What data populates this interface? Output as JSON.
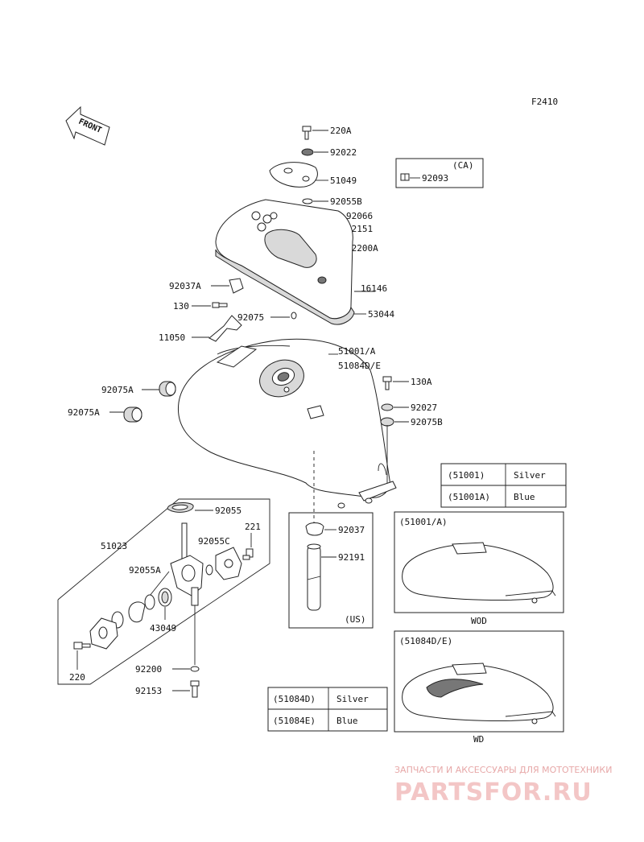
{
  "figure_code": "F2410",
  "front_label": "FRONT",
  "labels": {
    "p220A": "220A",
    "p92022": "92022",
    "p51049": "51049",
    "p92055B": "92055B",
    "p92066": "92066",
    "p92151": "92151",
    "p92200A": "92200A",
    "p16146": "16146",
    "p53044": "53044",
    "p92037A": "92037A",
    "p130": "130",
    "p92075": "92075",
    "p11050": "11050",
    "p51001A": "51001/A",
    "p51084DE": "51084D/E",
    "p130A": "130A",
    "p92075A_1": "92075A",
    "p92075A_2": "92075A",
    "p92027": "92027",
    "p92075B": "92075B",
    "p92055": "92055",
    "p51023": "51023",
    "p221": "221",
    "p92055C": "92055C",
    "p92055A": "92055A",
    "p43049": "43049",
    "p92037": "92037",
    "p92191": "92191",
    "p220": "220",
    "p92200": "92200",
    "p92153": "92153"
  },
  "ca_box": {
    "tag": "(CA)",
    "part": "92093"
  },
  "us_tag": "(US)",
  "color_table_1": [
    {
      "code": "(51001)",
      "color": "Silver"
    },
    {
      "code": "(51001A)",
      "color": "Blue"
    }
  ],
  "color_table_2": [
    {
      "code": "(51084D)",
      "color": "Silver"
    },
    {
      "code": "(51084E)",
      "color": "Blue"
    }
  ],
  "inset_1": {
    "title": "(51001/A)",
    "caption": "WOD"
  },
  "inset_2": {
    "title": "(51084D/E)",
    "caption": "WD"
  },
  "watermark": {
    "tagline": "ЗАПЧАСТИ И АКСЕССУАРЫ ДЛЯ МОТОТЕХНИКИ",
    "brand": "PARTSFOR.RU"
  }
}
